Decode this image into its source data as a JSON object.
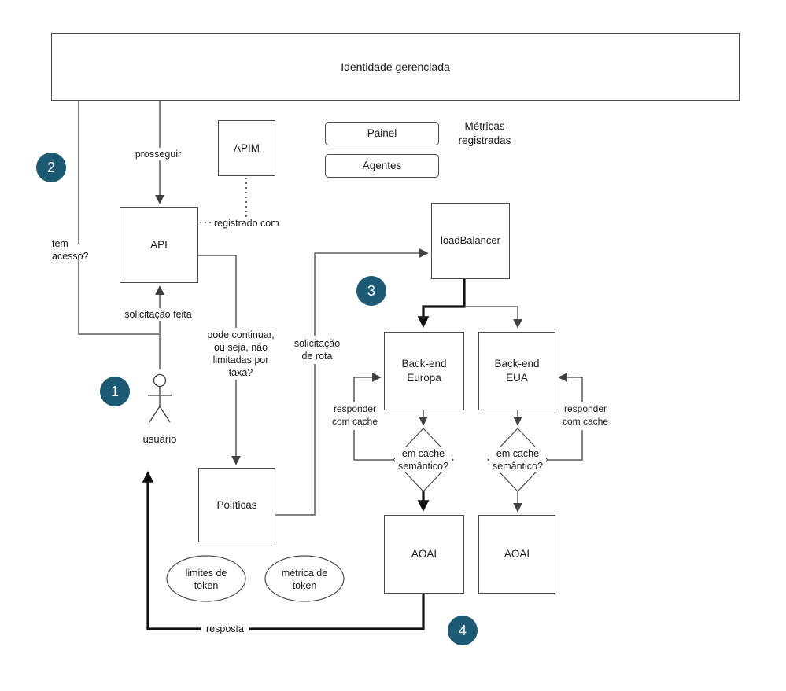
{
  "nodes": {
    "managed_identity": "Identidade gerenciada",
    "apim": "APIM",
    "painel": "Painel",
    "agentes": "Agentes",
    "metricas_registradas": "Métricas registradas",
    "api": "API",
    "load_balancer": "loadBalancer",
    "backend_europa": "Back-end Europa",
    "backend_eua": "Back-end EUA",
    "politicas": "Políticas",
    "aoai": "AOAI",
    "limites_de_token": "limites de token",
    "metrica_de_token": "métrica de token",
    "usuario": "usuário",
    "em_cache_semantico": "em cache semântico?"
  },
  "edges": {
    "prosseguir": "prosseguir",
    "registrado_com": "registrado com",
    "tem_acesso": "tem acesso?",
    "solicitacao_feita": "solicitação feita",
    "pode_continuar": "pode continuar, ou seja, não limitadas por taxa?",
    "solicitacao_de_rota": "solicitação de rota",
    "responder_com_cache": "responder com cache",
    "resposta": "resposta"
  },
  "badges": {
    "one": "1",
    "two": "2",
    "three": "3",
    "four": "4"
  },
  "colors": {
    "badge_bg": "#1c5a74",
    "line": "#3f3f3f",
    "thick_line": "#111111",
    "box_border": "#4a4a4a"
  }
}
